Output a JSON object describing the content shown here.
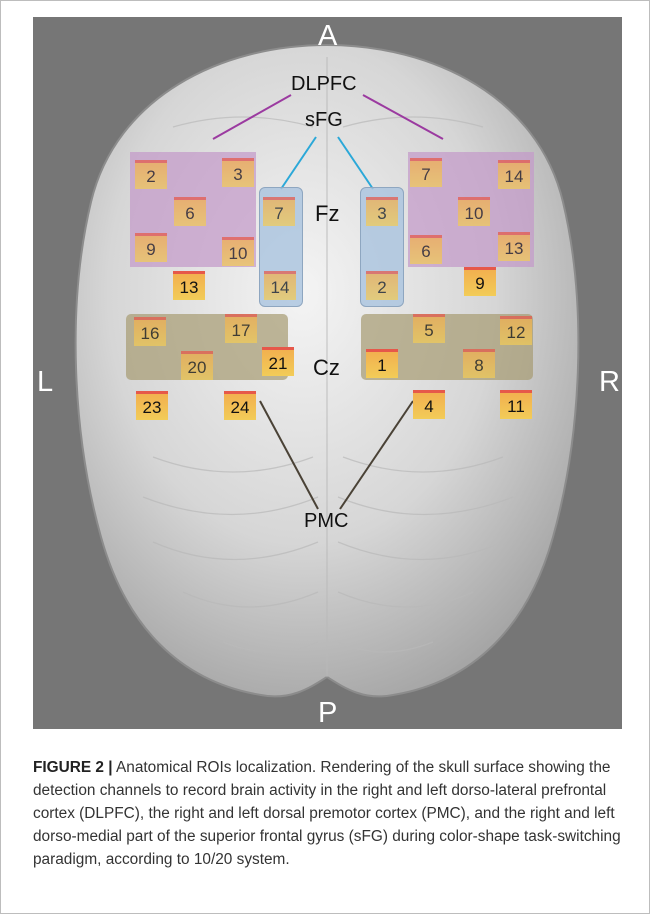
{
  "figure": {
    "orientation": {
      "anterior": "A",
      "posterior": "P",
      "left": "L",
      "right": "R"
    },
    "electrodes": {
      "fz": "Fz",
      "cz": "Cz"
    },
    "regions": {
      "dlpfc": "DLPFC",
      "sfg": "sFG",
      "pmc": "PMC"
    },
    "colors": {
      "background": "#767676",
      "dlpfc_box": "#c39ac9",
      "sfg_box": "#a9c3df",
      "pmc_box": "#a89c75",
      "dlpfc_line": "#9b3aa0",
      "sfg_line": "#2ba8d8",
      "pmc_line": "#4a4236"
    },
    "channels": {
      "c2": "2",
      "c3": "3",
      "c6": "6",
      "c9": "9",
      "c10": "10",
      "c13": "13",
      "c7l": "7",
      "c14l": "14",
      "c3r": "3",
      "c2r": "2",
      "c7r": "7",
      "c14r": "14",
      "c10r": "10",
      "c6r": "6",
      "c13r": "13",
      "c9r": "9",
      "c16": "16",
      "c17": "17",
      "c20": "20",
      "c21": "21",
      "c5": "5",
      "c12": "12",
      "c1": "1",
      "c8": "8",
      "c23": "23",
      "c24": "24",
      "c4": "4",
      "c11": "11"
    }
  },
  "caption": {
    "label": "FIGURE 2 |",
    "text": " Anatomical ROIs localization. Rendering of the skull surface showing the detection channels to record brain activity in the right and left dorso-lateral prefrontal cortex (DLPFC), the right and left dorsal premotor cortex (PMC), and the right and left dorso-medial part of the superior frontal gyrus (sFG) during color-shape task-switching paradigm, according to 10/20 system."
  }
}
